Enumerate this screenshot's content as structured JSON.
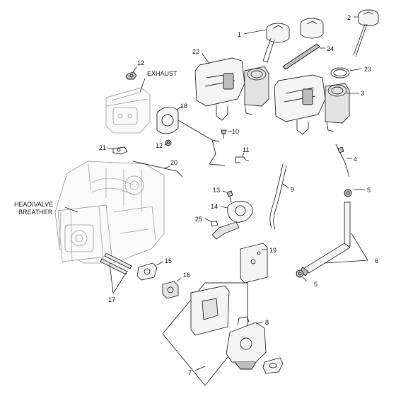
{
  "callouts": {
    "c1": "1",
    "c2": "2",
    "c3": "3",
    "c4": "4",
    "c5a": "5",
    "c5b": "5",
    "c6": "6",
    "c7": "7",
    "c8": "8",
    "c9": "9",
    "c10": "10",
    "c11": "11",
    "c12a": "12",
    "c12b": "12",
    "c13": "13",
    "c14": "14",
    "c15": "15",
    "c16": "16",
    "c17": "17",
    "c18": "18",
    "c19": "19",
    "c20": "20",
    "c21": "21",
    "c22": "22",
    "c23": "23",
    "c24": "24",
    "c25": "25"
  },
  "labels": {
    "exhaust": "EXHAUST",
    "breather_line1": "HEAD/VALVE",
    "breather_line2": "BREATHER"
  }
}
